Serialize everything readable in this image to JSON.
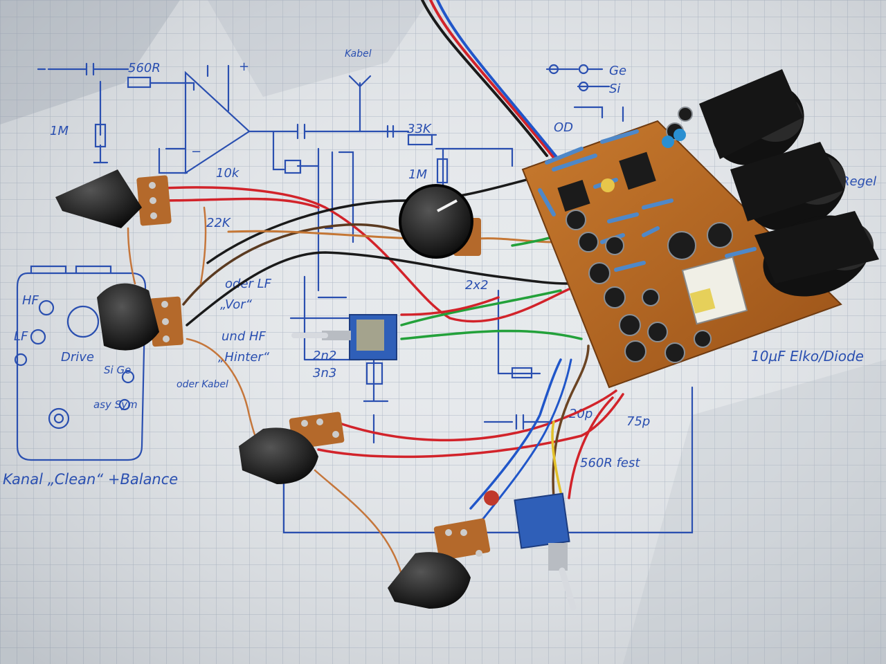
{
  "photo": {
    "paper_color": "#e9ecef",
    "grid_color": "#9aa6b8",
    "ink_color": "#2a4fb0",
    "board_color": "#b8651e"
  },
  "annotations": {
    "r560": "560R",
    "r1m_left": "1M",
    "r10k": "10k",
    "r22k": "22K",
    "r33k": "33K",
    "r1m_right": "1M",
    "c2n2": "2n2",
    "c3n3": "3n3",
    "c2n2b": "2x2",
    "ge": "Ge",
    "si": "Si",
    "od": "OD",
    "hf": "HF",
    "lf": "LF",
    "drive": "Drive",
    "si_ge": "Si Ge",
    "asy_sym": "asy Sym",
    "oder_lf": "oder LF",
    "vor": "„Vor“",
    "und_hf": "und HF",
    "hinter": "„Hinter“",
    "oder_kabel": "oder Kabel",
    "bottom_caption": "Kanal „Clean“ +Balance",
    "c_10uf": "10µF Elko/Diode",
    "p75": "75p",
    "p20": "20p",
    "r560b": "560R fest",
    "regel": "Regel",
    "kabel_top": "Kabel",
    "plus": "+",
    "minus": "−"
  },
  "icons": [
    "potentiometer-knob",
    "toggle-switch",
    "audio-jack",
    "circuit-board"
  ]
}
